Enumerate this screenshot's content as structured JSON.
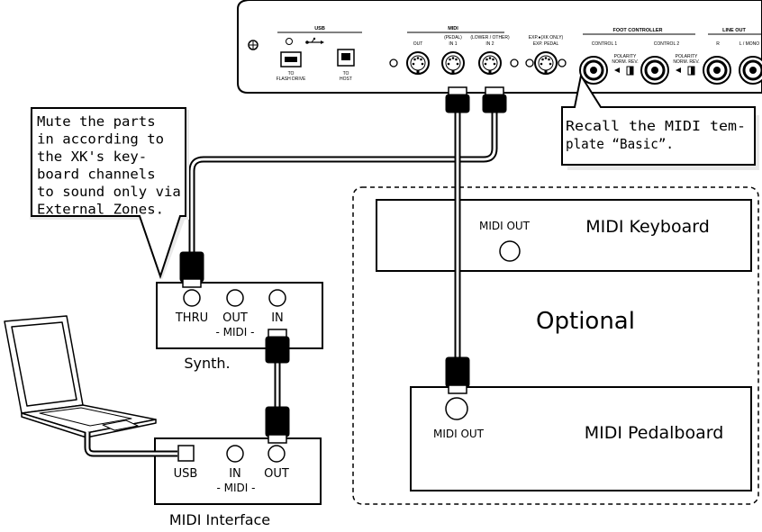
{
  "panel": {
    "usb_header": "USB",
    "midi_header": "MIDI",
    "foot_header": "FOOT CONTROLLER",
    "lineout_header": "LINE OUT",
    "to_flash_1": "TO",
    "to_flash_2": "FLASH DRIVE",
    "to_host_1": "TO",
    "to_host_2": "HOST",
    "midi_out": "OUT",
    "in1_1": "(PEDAL)",
    "in1_2": "IN 1",
    "in2_1": "(LOWER / OTHER)",
    "in2_2": "IN 2",
    "exp_1": "EXP.●(XK ONLY)",
    "exp_2": "EXP. PEDAL",
    "control1": "CONTROL 1",
    "control2": "CONTROL 2",
    "polarity": "POLARITY",
    "norm_rev": "NORM.  REV.",
    "r_label": "R",
    "lmono_label": "L / MONO"
  },
  "callouts": {
    "left_lines": [
      "Mute the parts",
      "in according to",
      "the XK's key-",
      "board channels",
      "to sound only via",
      "External Zones."
    ],
    "right_lines": [
      "Recall the MIDI tem-",
      "plate “Basic”."
    ]
  },
  "synth": {
    "thru": "THRU",
    "out": "OUT",
    "in": "IN",
    "midi": "- MIDI -",
    "name": "Synth."
  },
  "interface": {
    "usb": "USB",
    "in": "IN",
    "out": "OUT",
    "midi": "- MIDI -",
    "name": "MIDI Interface"
  },
  "optional": {
    "label": "Optional",
    "keyboard_name": "MIDI Keyboard",
    "keyboard_port": "MIDI OUT",
    "pedalboard_name": "MIDI Pedalboard",
    "pedalboard_port": "MIDI OUT"
  }
}
